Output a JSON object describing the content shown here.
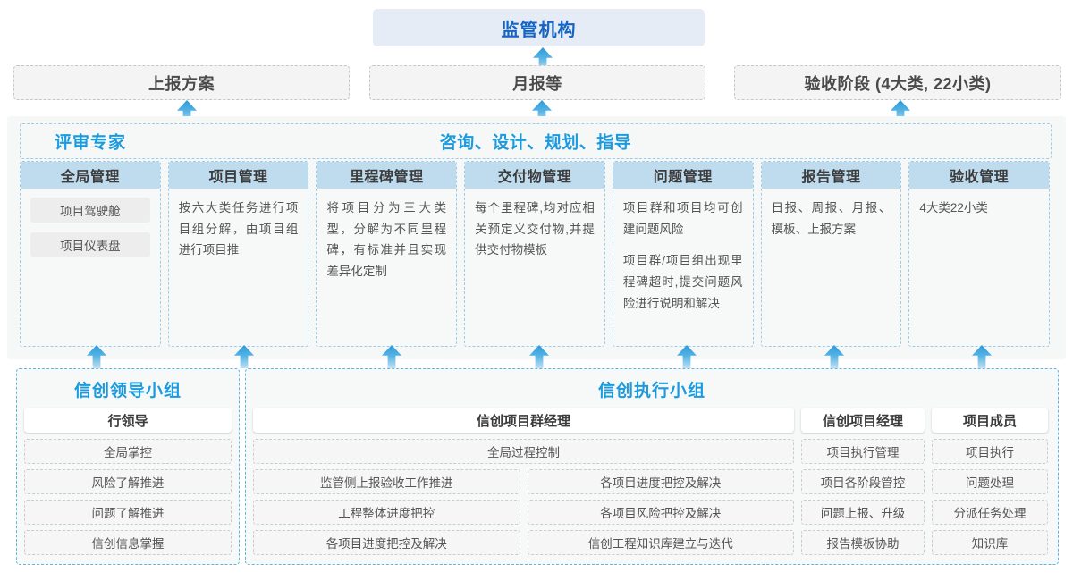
{
  "top": {
    "regulator": "监管机构",
    "reports": [
      "上报方案",
      "月报等",
      "验收阶段 (4大类, 22小类)"
    ]
  },
  "middle": {
    "band_left_label": "评审专家",
    "band_center_label": "咨询、设计、规划、指导",
    "columns": [
      {
        "title": "全局管理",
        "pills": [
          "项目驾驶舱",
          "项目仪表盘"
        ],
        "paragraphs": []
      },
      {
        "title": "项目管理",
        "pills": [],
        "paragraphs": [
          "按六大类任务进行项目组分解，由项目组进行项目推"
        ]
      },
      {
        "title": "里程碑管理",
        "pills": [],
        "paragraphs": [
          "将项目分为三大类型，分解为不同里程碑，有标准并且实现差异化定制"
        ]
      },
      {
        "title": "交付物管理",
        "pills": [],
        "paragraphs": [
          "每个里程碑,均对应相关预定义交付物,并提供交付物模板"
        ]
      },
      {
        "title": "问题管理",
        "pills": [],
        "paragraphs": [
          "项目群和项目均可创建问题风险",
          "项目群/项目组出现里程碑超时,提交问题风险进行说明和解决"
        ]
      },
      {
        "title": "报告管理",
        "pills": [],
        "paragraphs": [
          "日报、周报、月报、模板、上报方案"
        ]
      },
      {
        "title": "验收管理",
        "pills": [],
        "paragraphs": [
          "4大类22小类"
        ]
      }
    ]
  },
  "bottom": {
    "leader_group": {
      "title": "信创领导小组",
      "role": "行领导",
      "tasks": [
        "全局掌控",
        "风险了解推进",
        "问题了解推进",
        "信创信息掌握"
      ]
    },
    "exec_group": {
      "title": "信创执行小组",
      "program_manager": {
        "role": "信创项目群经理",
        "full_width_task": "全局过程控制",
        "left_tasks": [
          "监管侧上报验收工作推进",
          "工程整体进度把控",
          "各项目进度把控及解决"
        ],
        "right_tasks": [
          "各项目进度把控及解决",
          "各项目风险把控及解决",
          "信创工程知识库建立与迭代"
        ]
      },
      "project_manager": {
        "role": "信创项目经理",
        "tasks": [
          "项目执行管理",
          "项目各阶段管控",
          "问题上报、升级",
          "报告模板协助"
        ]
      },
      "members": {
        "role": "项目成员",
        "tasks": [
          "项目执行",
          "问题处理",
          "分派任务处理",
          "知识库"
        ]
      }
    }
  },
  "colors": {
    "accent_blue": "#1b9bde",
    "header_blue": "#bfdcef",
    "regulator_bg": "#e6ecf6",
    "regulator_text": "#1665c0"
  }
}
